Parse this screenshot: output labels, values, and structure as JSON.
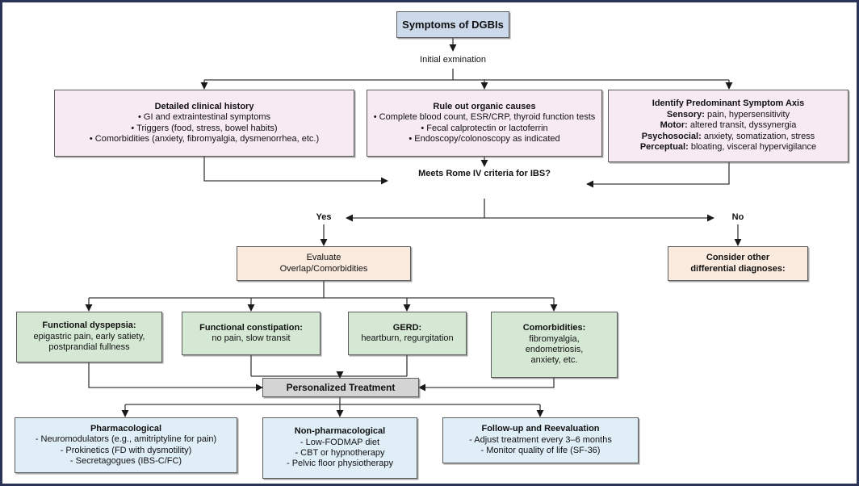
{
  "diagram": {
    "title_box": {
      "label": "Symptoms of DGBIs",
      "color": "#ccd9ea"
    },
    "labels": {
      "initial_exam": "Initial exmination",
      "rome_line1": "Meets Rome IV criteria for",
      "rome_line2": "IBS?",
      "yes": "Yes",
      "no": "No"
    },
    "assessment": [
      {
        "name": "detailed-clinical-history",
        "heading": "Detailed clinical history",
        "lines": [
          "• GI and extraintestinal symptoms",
          "• Triggers (food, stress, bowel habits)",
          "• Comorbidities (anxiety, fibromyalgia, dysmenorrhea, etc.)"
        ],
        "color": "#f8eaf2"
      },
      {
        "name": "rule-out-organic-causes",
        "heading": "Rule out organic causes",
        "lines": [
          "• Complete blood count, ESR/CRP, thyroid function tests",
          "• Fecal calprotectin or lactoferrin",
          "• Endoscopy/colonoscopy as indicated"
        ],
        "color": "#f8eaf2"
      },
      {
        "name": "identify-predominant-symptom-axis",
        "heading": "Identify Predominant Symptom Axis",
        "pairs": [
          {
            "term": "Sensory:",
            "text": " pain, hypersensitivity"
          },
          {
            "term": "Motor:",
            "text": " altered transit, dyssynergia"
          },
          {
            "term": "Psychosocial:",
            "text": " anxiety, somatization, stress"
          },
          {
            "term": "Perceptual:",
            "text": " bloating, visceral hypervigilance"
          }
        ],
        "color": "#f8eaf2"
      }
    ],
    "evaluate_box": {
      "line1": "Evaluate",
      "line2": "Overlap/Comorbidities",
      "color": "#fbeade"
    },
    "consider_other_box": {
      "line1": "Consider other",
      "line2": "differential diagnoses:",
      "color": "#fbeade"
    },
    "conditions": [
      {
        "name": "functional-dyspepsia",
        "heading": "Functional dyspepsia:",
        "lines": [
          "epigastric pain, early satiety,",
          "postprandial fullness"
        ],
        "color": "#d5e8d4"
      },
      {
        "name": "functional-constipation",
        "heading": "Functional constipation:",
        "lines": [
          "no pain, slow transit"
        ],
        "color": "#d5e8d4"
      },
      {
        "name": "gerd",
        "heading": "GERD:",
        "lines": [
          "heartburn, regurgitation"
        ],
        "color": "#d5e8d4"
      },
      {
        "name": "comorbidities",
        "heading": "Comorbidities:",
        "lines": [
          "fibromyalgia,",
          "endometriosis,",
          "anxiety, etc."
        ],
        "color": "#d5e8d4"
      }
    ],
    "treatment_hub": {
      "label": "Personalized Treatment",
      "color": "#d4d4d4"
    },
    "treatments": [
      {
        "name": "pharmacological",
        "heading": "Pharmacological",
        "lines": [
          "- Neuromodulators (e.g., amitriptyline for pain)",
          "- Prokinetics (FD with dysmotility)",
          "- Secretagogues (IBS-C/FC)"
        ],
        "color": "#e0eef8"
      },
      {
        "name": "non-pharmacological",
        "heading": "Non-pharmacological",
        "lines": [
          "- Low-FODMAP diet",
          "- CBT or hypnotherapy",
          "- Pelvic floor physiotherapy"
        ],
        "color": "#e0eef8"
      },
      {
        "name": "follow-up-and-reevaluation",
        "heading": "Follow-up and Reevaluation",
        "lines": [
          "- Adjust treatment every 3–6 months",
          "- Monitor quality of life (SF-36)"
        ],
        "color": "#e0eef8"
      }
    ]
  }
}
